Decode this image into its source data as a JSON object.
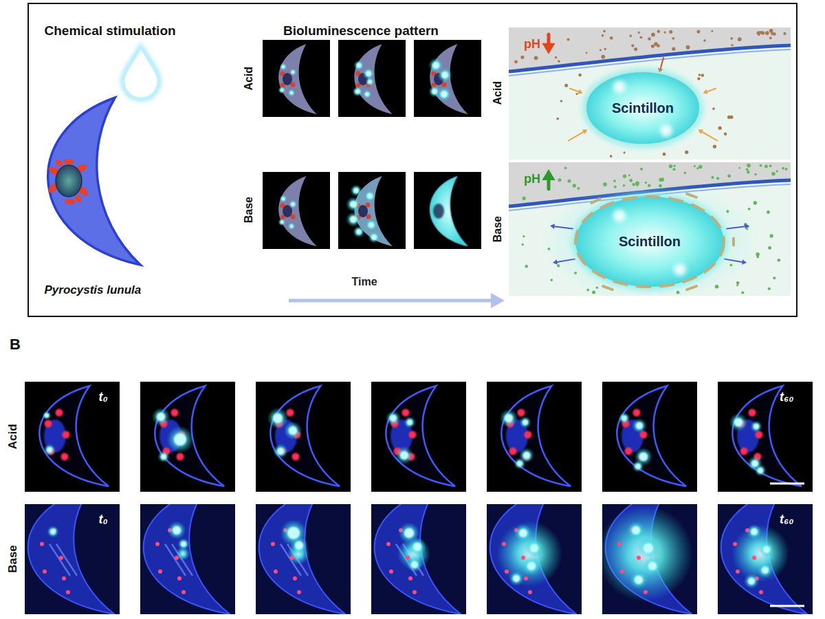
{
  "diagram": {
    "nodes": [
      {
        "text": [
          "pH"
        ]
      },
      {
        "text": [
          "Scintillon"
        ],
        "in": 0
      },
      {
        "text": [
          "pH"
        ]
      },
      {
        "text": [
          "Scintillon"
        ],
        "in": 2
      }
    ],
    "labels": [
      "Chemical stimulation",
      "Pyrocystis lunula",
      "Bioluminescence pattern",
      "Acid",
      "Base",
      "Time",
      "Acid",
      "Base",
      "B",
      "Acid",
      "Base",
      "t₀",
      "t₆₀",
      "t₀",
      "t₆₀"
    ]
  }
}
